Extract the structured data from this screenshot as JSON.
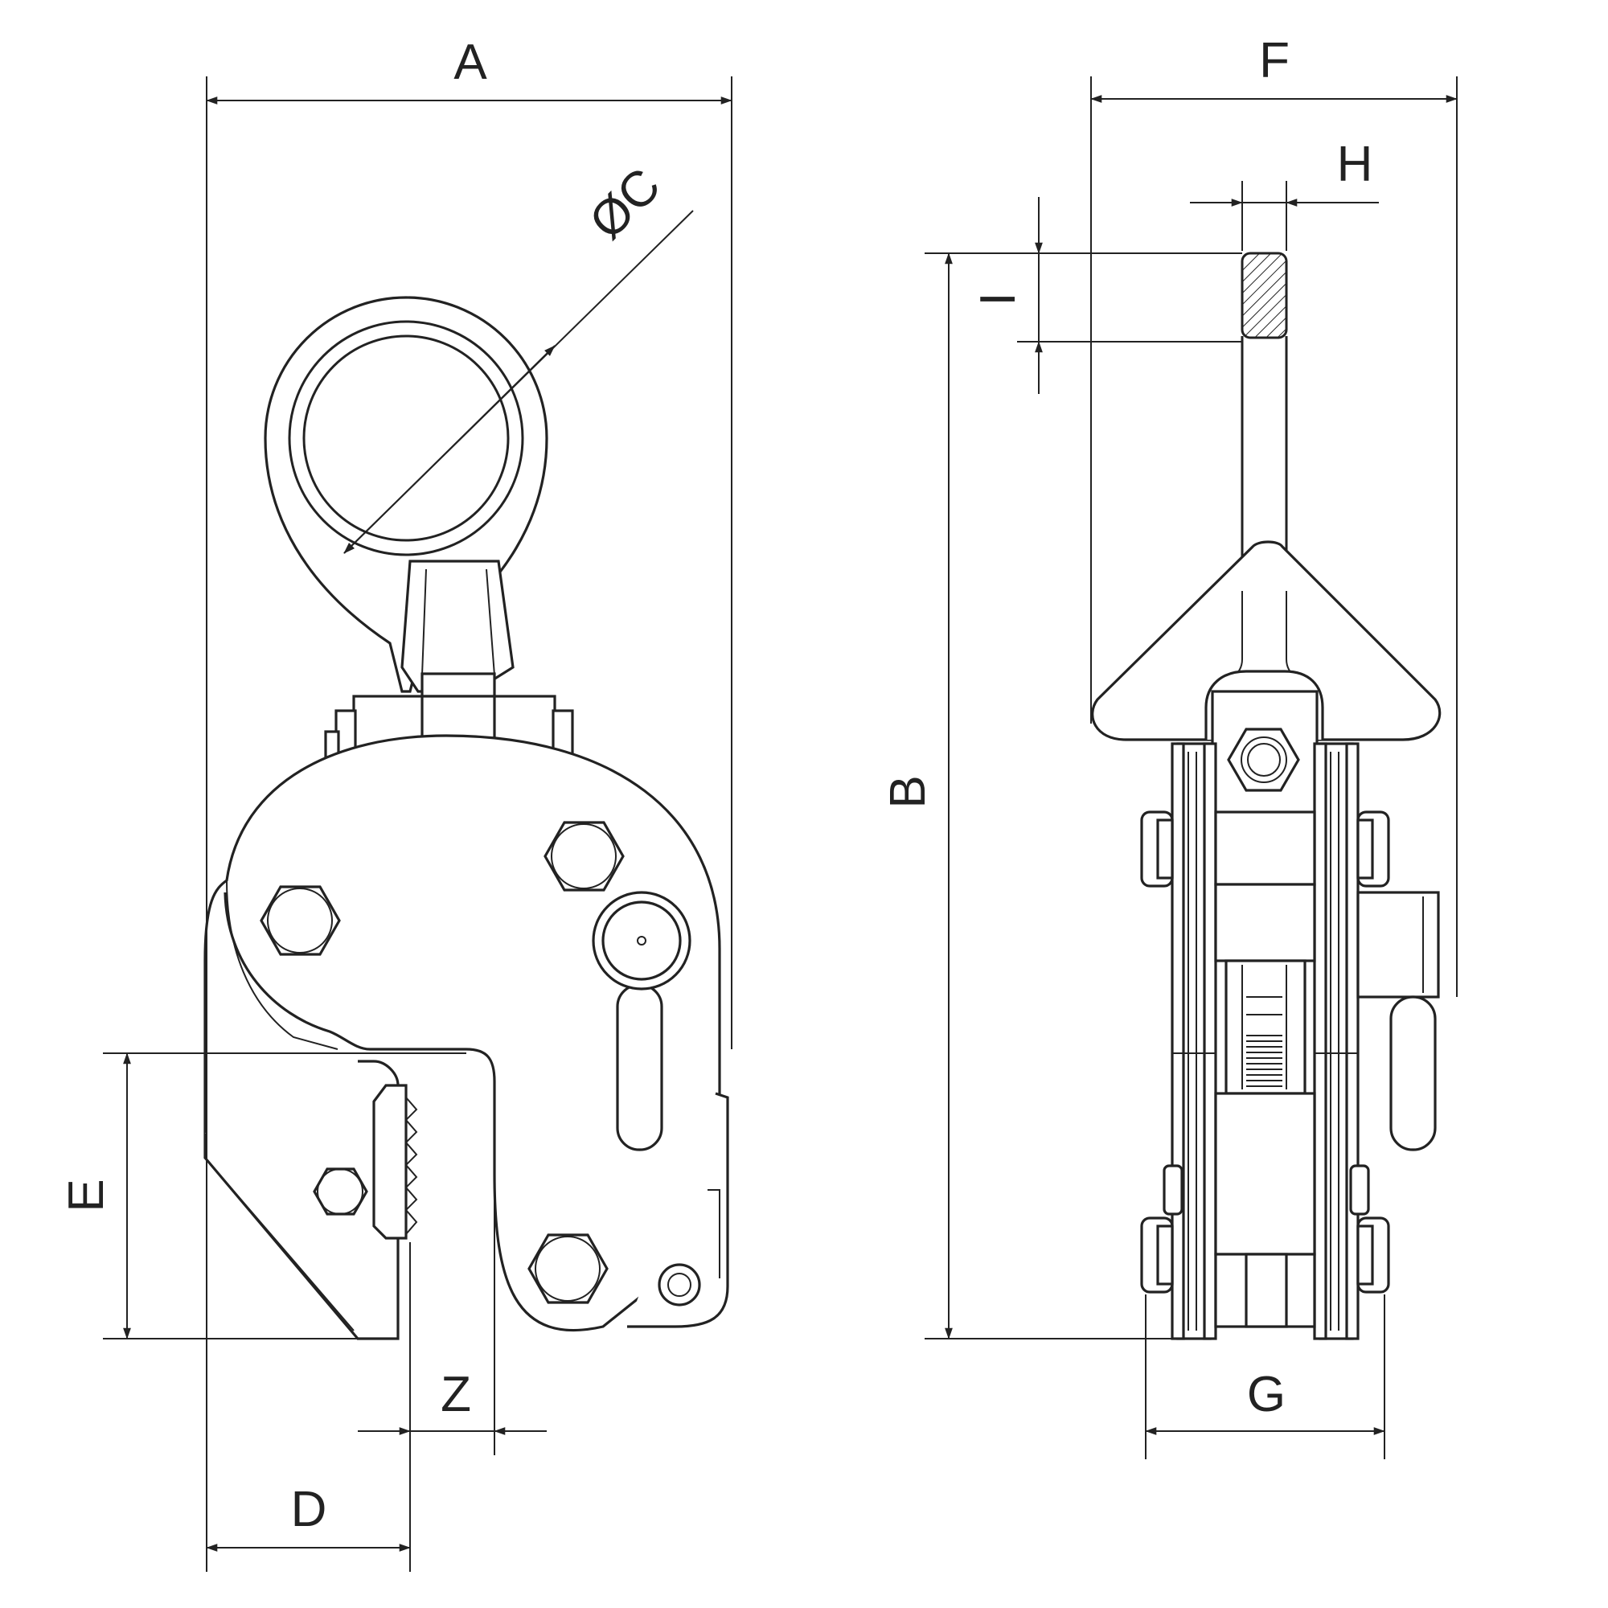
{
  "dimensions": {
    "A": "A",
    "B": "B",
    "C": "ØC",
    "D": "D",
    "E": "E",
    "F": "F",
    "G": "G",
    "H": "H",
    "I": "I",
    "Z": "Z"
  },
  "colors": {
    "line": "#222222",
    "background": "#ffffff"
  }
}
